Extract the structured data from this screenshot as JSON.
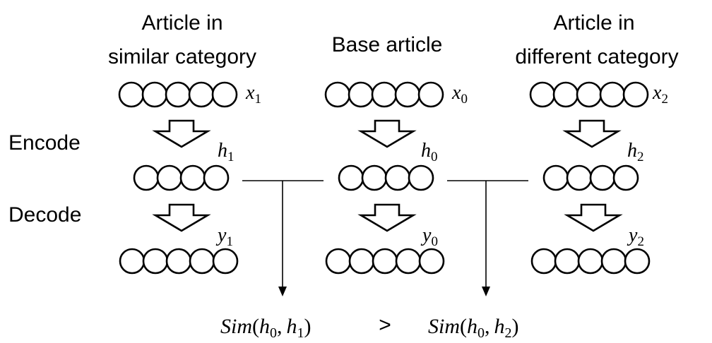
{
  "columns": {
    "similar": {
      "title": [
        "Article in",
        "similar category"
      ],
      "x": "x",
      "h": "h",
      "y": "y",
      "sub": "1"
    },
    "base": {
      "title": [
        "Base article"
      ],
      "x": "x",
      "h": "h",
      "y": "y",
      "sub": "0"
    },
    "different": {
      "title": [
        "Article in",
        "different category"
      ],
      "x": "x",
      "h": "h",
      "y": "y",
      "sub": "2"
    }
  },
  "row_labels": {
    "encode": "Encode",
    "decode": "Decode"
  },
  "comparison": {
    "left": {
      "fn": "Sim",
      "open": "(",
      "a": "h",
      "a_sub": "0",
      "comma": ",",
      "b": "h",
      "b_sub": "1",
      "close": ")"
    },
    "operator": ">",
    "right": {
      "fn": "Sim",
      "open": "(",
      "a": "h",
      "a_sub": "0",
      "comma": ",",
      "b": "h",
      "b_sub": "2",
      "close": ")"
    }
  }
}
